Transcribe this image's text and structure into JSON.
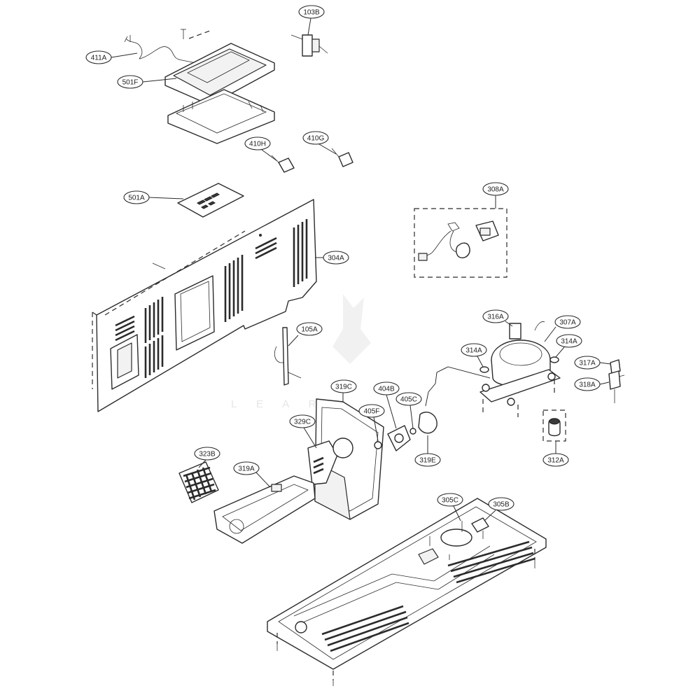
{
  "diagram": {
    "callouts": [
      {
        "id": "411A",
        "label": "411A"
      },
      {
        "id": "501F",
        "label": "501F"
      },
      {
        "id": "103B",
        "label": "103B"
      },
      {
        "id": "410H",
        "label": "410H"
      },
      {
        "id": "410G",
        "label": "410G"
      },
      {
        "id": "501A",
        "label": "501A"
      },
      {
        "id": "308A",
        "label": "308A"
      },
      {
        "id": "304A",
        "label": "304A"
      },
      {
        "id": "105A",
        "label": "105A"
      },
      {
        "id": "316A",
        "label": "316A"
      },
      {
        "id": "307A",
        "label": "307A"
      },
      {
        "id": "314A_left",
        "label": "314A"
      },
      {
        "id": "314A_right",
        "label": "314A"
      },
      {
        "id": "317A",
        "label": "317A"
      },
      {
        "id": "318A",
        "label": "318A"
      },
      {
        "id": "319C",
        "label": "319C"
      },
      {
        "id": "404B",
        "label": "404B"
      },
      {
        "id": "405C",
        "label": "405C"
      },
      {
        "id": "405F",
        "label": "405F"
      },
      {
        "id": "329C",
        "label": "329C"
      },
      {
        "id": "319E",
        "label": "319E"
      },
      {
        "id": "312A",
        "label": "312A"
      },
      {
        "id": "323B",
        "label": "323B"
      },
      {
        "id": "319A",
        "label": "319A"
      },
      {
        "id": "305C",
        "label": "305C"
      },
      {
        "id": "305B",
        "label": "305B"
      }
    ]
  }
}
